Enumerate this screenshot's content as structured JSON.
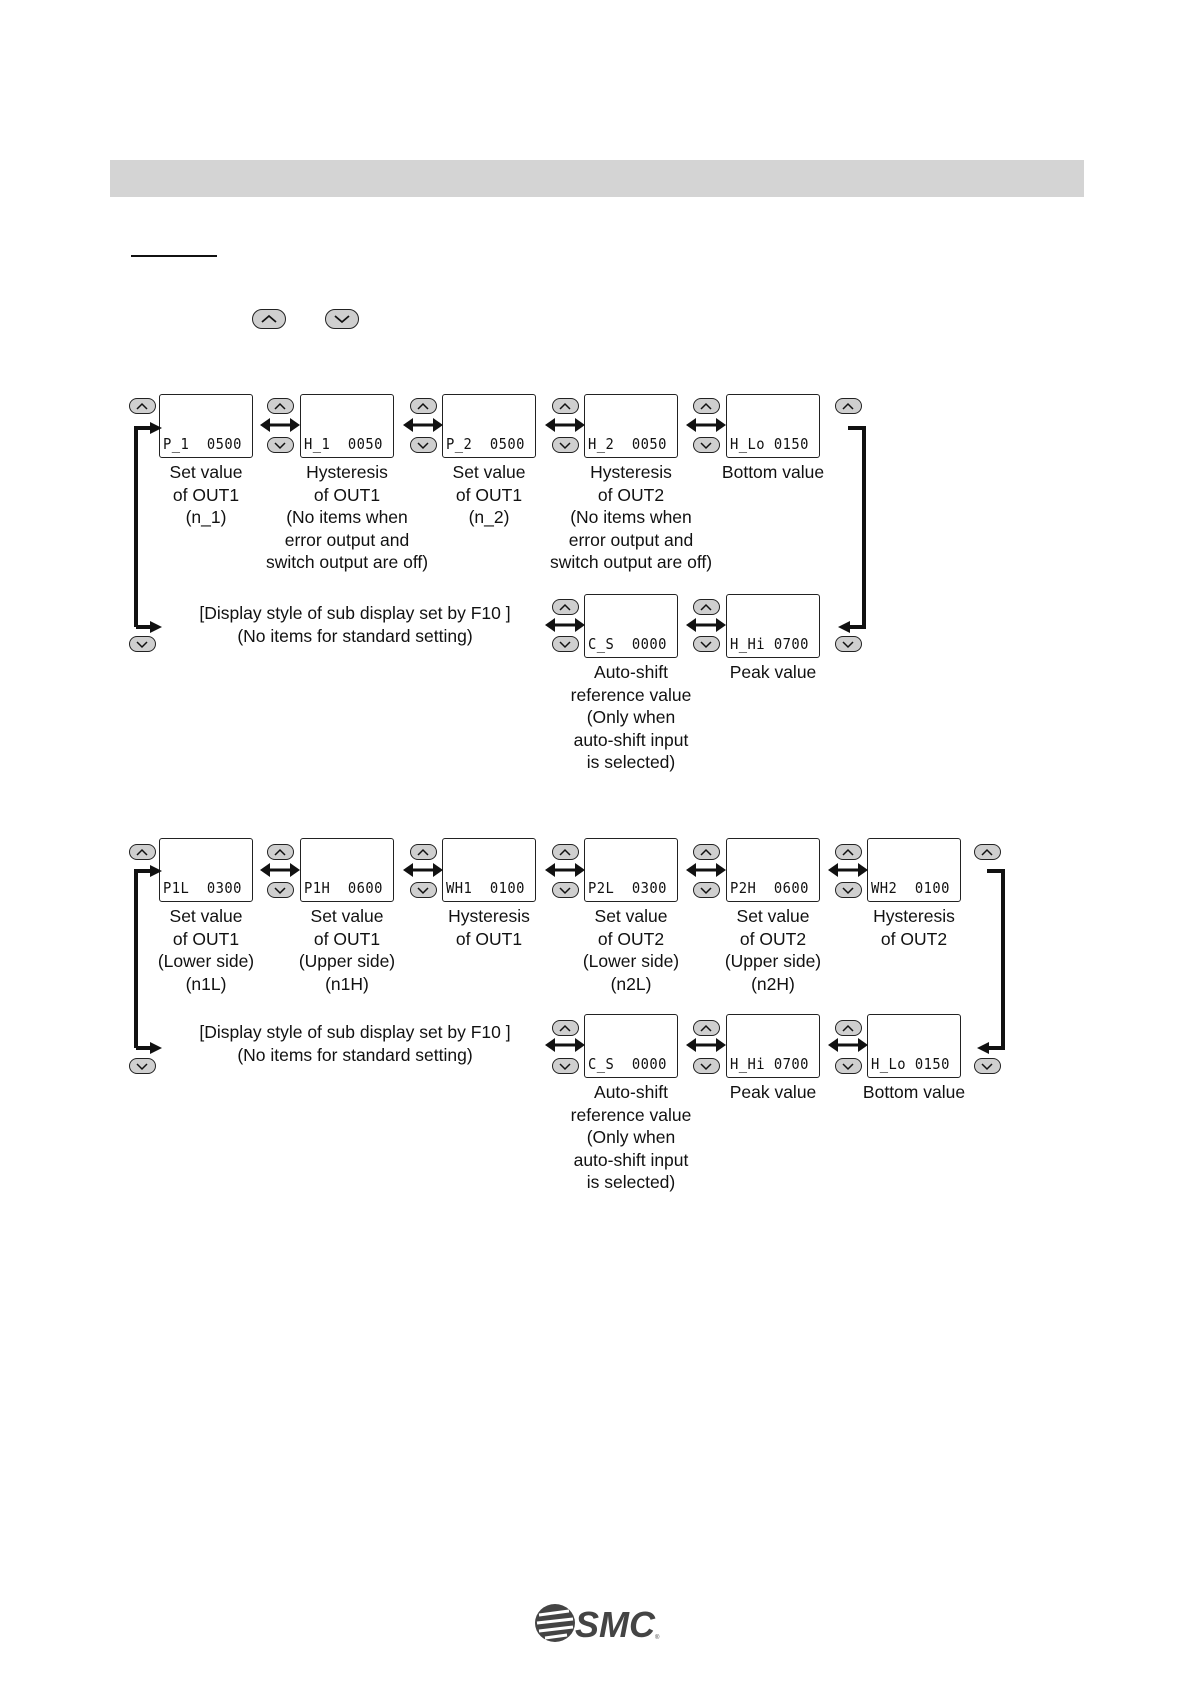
{
  "diagram1": {
    "screens_top": [
      {
        "display": "P_1  0500",
        "caption": [
          "Set value",
          "of OUT1",
          "(n_1)"
        ]
      },
      {
        "display": "H_1  0050",
        "caption": [
          "Hysteresis",
          "of OUT1",
          "(No items when",
          "error output and",
          "switch output are off)"
        ]
      },
      {
        "display": "P_2  0500",
        "caption": [
          "Set value",
          "of OUT1",
          "(n_2)"
        ]
      },
      {
        "display": "H_2  0050",
        "caption": [
          "Hysteresis",
          "of OUT2",
          "(No items when",
          "error output and",
          "switch output are off)"
        ]
      },
      {
        "display": "H_Lo 0150",
        "caption": [
          "Bottom value"
        ]
      }
    ],
    "screens_bottom": [
      {
        "display": "C_S  0000",
        "caption": [
          "Auto-shift",
          "reference value",
          "(Only when",
          "auto-shift input",
          "is selected)"
        ]
      },
      {
        "display": "H_Hi 0700",
        "caption": [
          "Peak value"
        ]
      }
    ],
    "note": [
      "[Display style of sub display set by F10 ]",
      "(No items for standard setting)"
    ]
  },
  "diagram2": {
    "screens_top": [
      {
        "display": "P1L  0300",
        "caption": [
          "Set value",
          "of OUT1",
          "(Lower side)",
          "(n1L)"
        ]
      },
      {
        "display": "P1H  0600",
        "caption": [
          "Set value",
          "of OUT1",
          "(Upper side)",
          "(n1H)"
        ]
      },
      {
        "display": "WH1  0100",
        "caption": [
          "Hysteresis",
          "of OUT1"
        ]
      },
      {
        "display": "P2L  0300",
        "caption": [
          "Set value",
          "of OUT2",
          "(Lower side)",
          "(n2L)"
        ]
      },
      {
        "display": "P2H  0600",
        "caption": [
          "Set value",
          "of OUT2",
          "(Upper side)",
          "(n2H)"
        ]
      },
      {
        "display": "WH2  0100",
        "caption": [
          "Hysteresis",
          "of OUT2"
        ]
      }
    ],
    "screens_bottom": [
      {
        "display": "C_S  0000",
        "caption": [
          "Auto-shift",
          "reference value",
          "(Only when",
          "auto-shift input",
          "is selected)"
        ]
      },
      {
        "display": "H_Hi 0700",
        "caption": [
          "Peak value"
        ]
      },
      {
        "display": "H_Lo 0150",
        "caption": [
          "Bottom value"
        ]
      }
    ],
    "note": [
      "[Display style of sub display set by F10 ]",
      "(No items for standard setting)"
    ]
  },
  "icons": {
    "up_key": "up-chevron-key-icon",
    "down_key": "down-chevron-key-icon",
    "bidirectional": "double-arrow-icon",
    "loop": "loop-arrow-icon",
    "logo": "smc-logo"
  },
  "logo_text": "SMC"
}
